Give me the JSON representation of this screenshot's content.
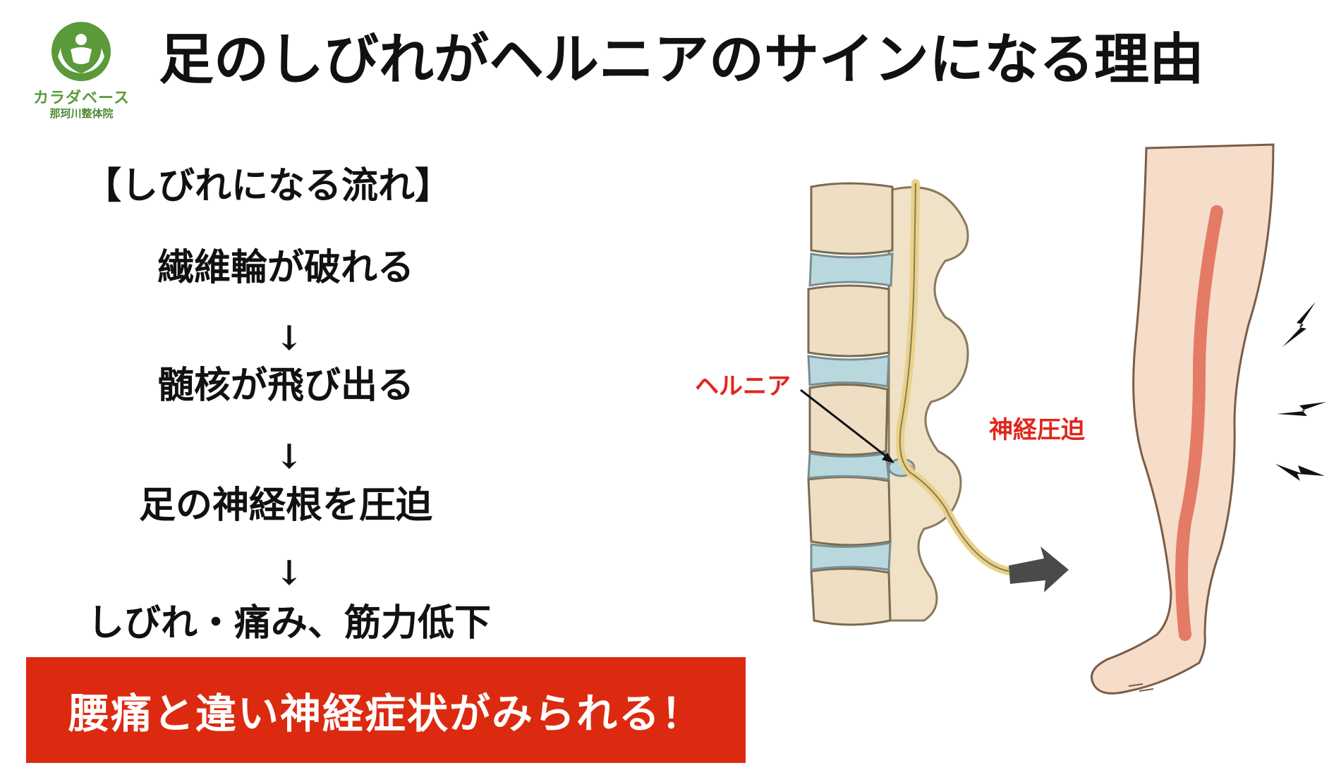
{
  "header": {
    "title": "足のしびれがヘルニアのサインになる理由"
  },
  "logo": {
    "name": "カラダベース",
    "subtitle": "那珂川整体院",
    "icon": "person-in-hands-icon",
    "color": "#5a9a3a"
  },
  "flow": {
    "heading": "【しびれになる流れ】",
    "steps": [
      "繊維輪が破れる",
      "髄核が飛び出る",
      "足の神経根を圧迫",
      "しびれ・痛み、筋力低下"
    ],
    "arrow": "↓"
  },
  "callout": {
    "text": "腰痛と違い神経症状がみられる！",
    "color": "#dc2a10"
  },
  "illustration": {
    "labels": {
      "hernia": "ヘルニア",
      "nerve_compression": "神経圧迫"
    },
    "icons": [
      "spine-illustration",
      "leg-illustration",
      "lightning-icon"
    ]
  }
}
